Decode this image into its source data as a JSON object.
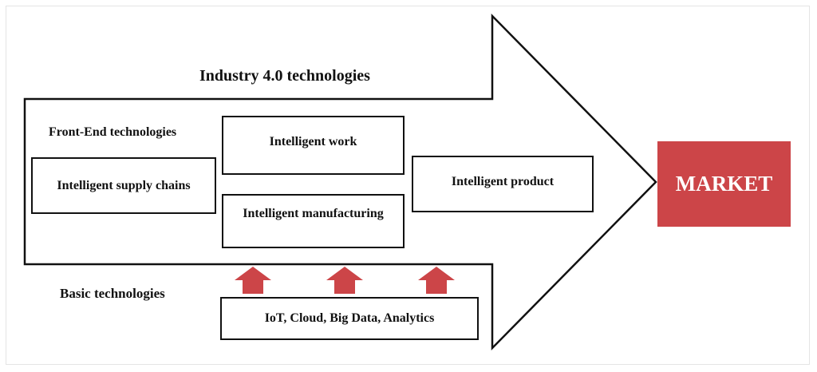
{
  "title": "Industry 4.0 technologies",
  "front_end_label": "Front-End technologies",
  "basic_label": "Basic technologies",
  "boxes": {
    "supply_chains": "Intelligent supply chains",
    "work": "Intelligent work",
    "manufacturing": "Intelligent manufacturing",
    "product": "Intelligent product",
    "basic": "IoT, Cloud, Big Data, Analytics"
  },
  "market": "MARKET",
  "colors": {
    "accent": "#cc4548",
    "stroke": "#111111"
  }
}
